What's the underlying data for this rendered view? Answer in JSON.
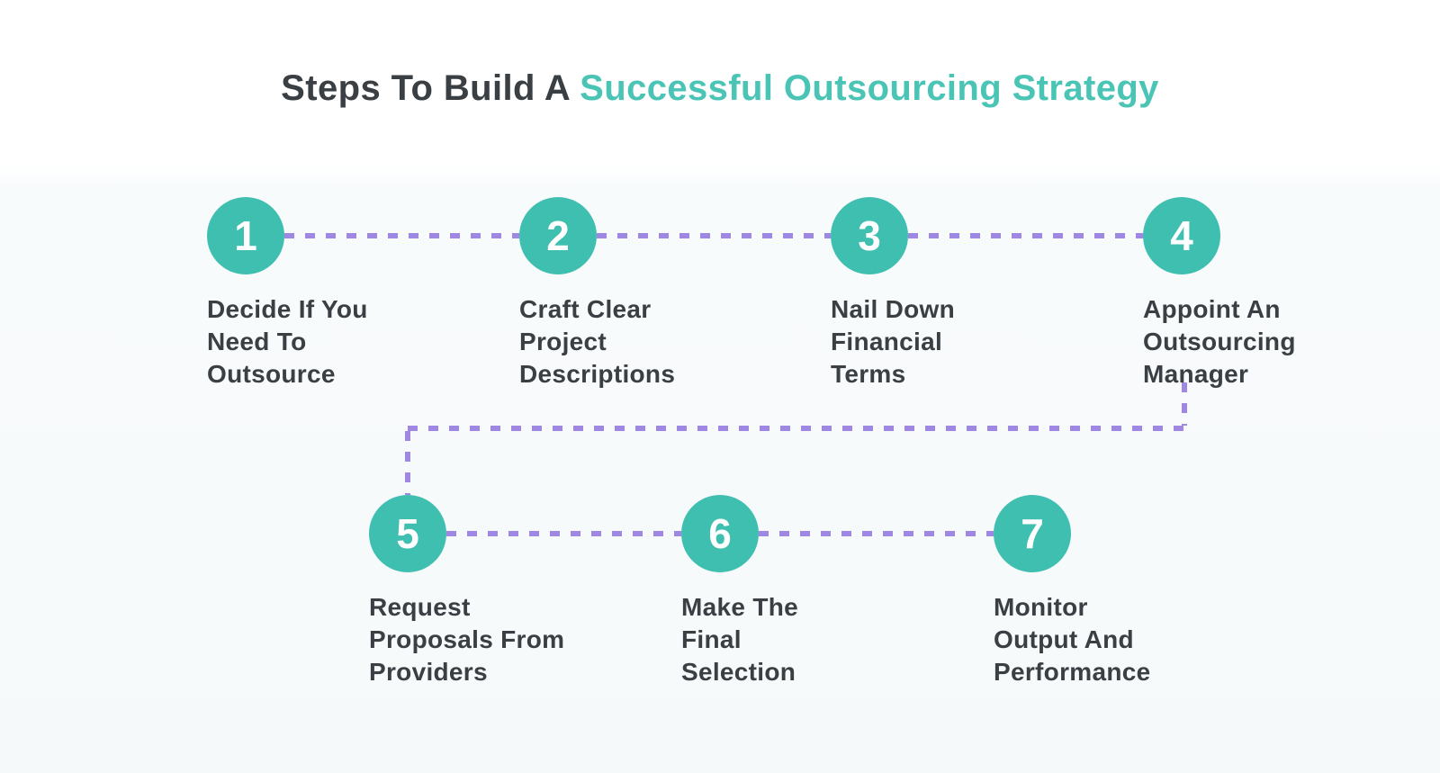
{
  "title": {
    "prefix": "Steps To Build A ",
    "highlight": "Successful Outsourcing Strategy"
  },
  "steps": [
    {
      "number": "1",
      "label": "Decide If You\nNeed To\nOutsource"
    },
    {
      "number": "2",
      "label": "Craft Clear\nProject\nDescriptions"
    },
    {
      "number": "3",
      "label": "Nail Down\nFinancial\nTerms"
    },
    {
      "number": "4",
      "label": "Appoint An\nOutsourcing\nManager"
    },
    {
      "number": "5",
      "label": "Request\nProposals From\nProviders"
    },
    {
      "number": "6",
      "label": "Make The\nFinal\nSelection"
    },
    {
      "number": "7",
      "label": "Monitor\nOutput And\nPerformance"
    }
  ],
  "colors": {
    "circle_teal": "#3FBFB0",
    "title_teal": "#4AC4B5",
    "connector_purple": "#9E88E4",
    "text_dark": "#3A3F44"
  }
}
